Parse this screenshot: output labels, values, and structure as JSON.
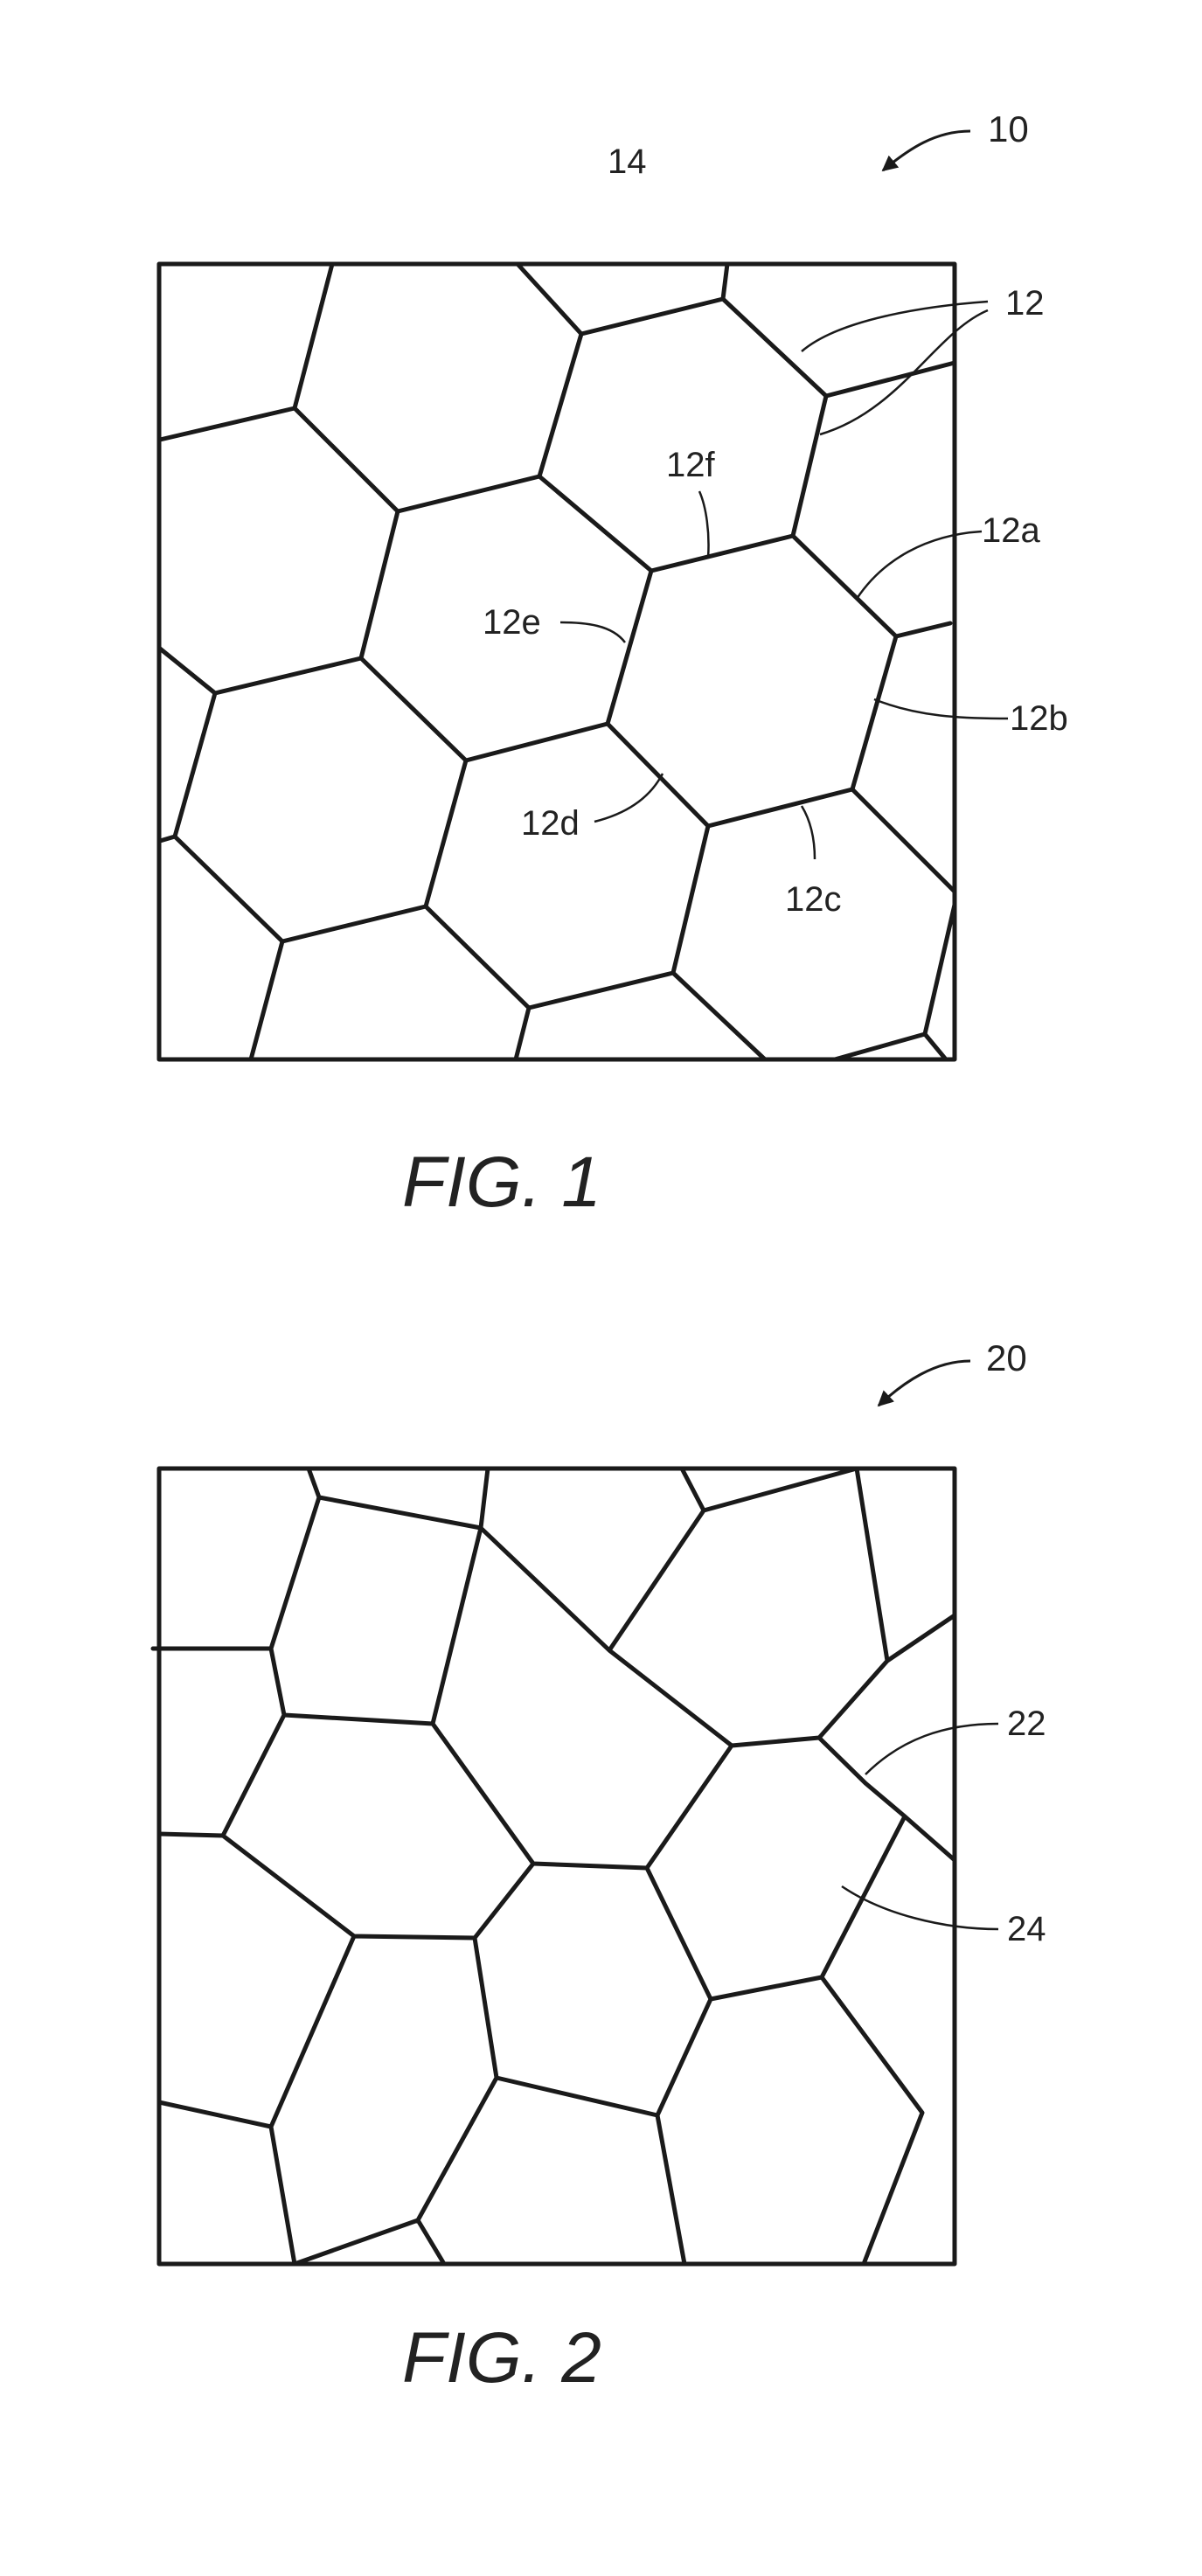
{
  "figures": [
    {
      "ref": "10",
      "caption": "FIG. 1",
      "labels": {
        "l14": "14",
        "l12": "12",
        "l12a": "12a",
        "l12b": "12b",
        "l12c": "12c",
        "l12d": "12d",
        "l12e": "12e",
        "l12f": "12f"
      }
    },
    {
      "ref": "20",
      "caption": "FIG. 2",
      "labels": {
        "l22": "22",
        "l24": "24"
      }
    }
  ],
  "colors": {
    "line": "#1a1a1a",
    "background": "#ffffff"
  }
}
